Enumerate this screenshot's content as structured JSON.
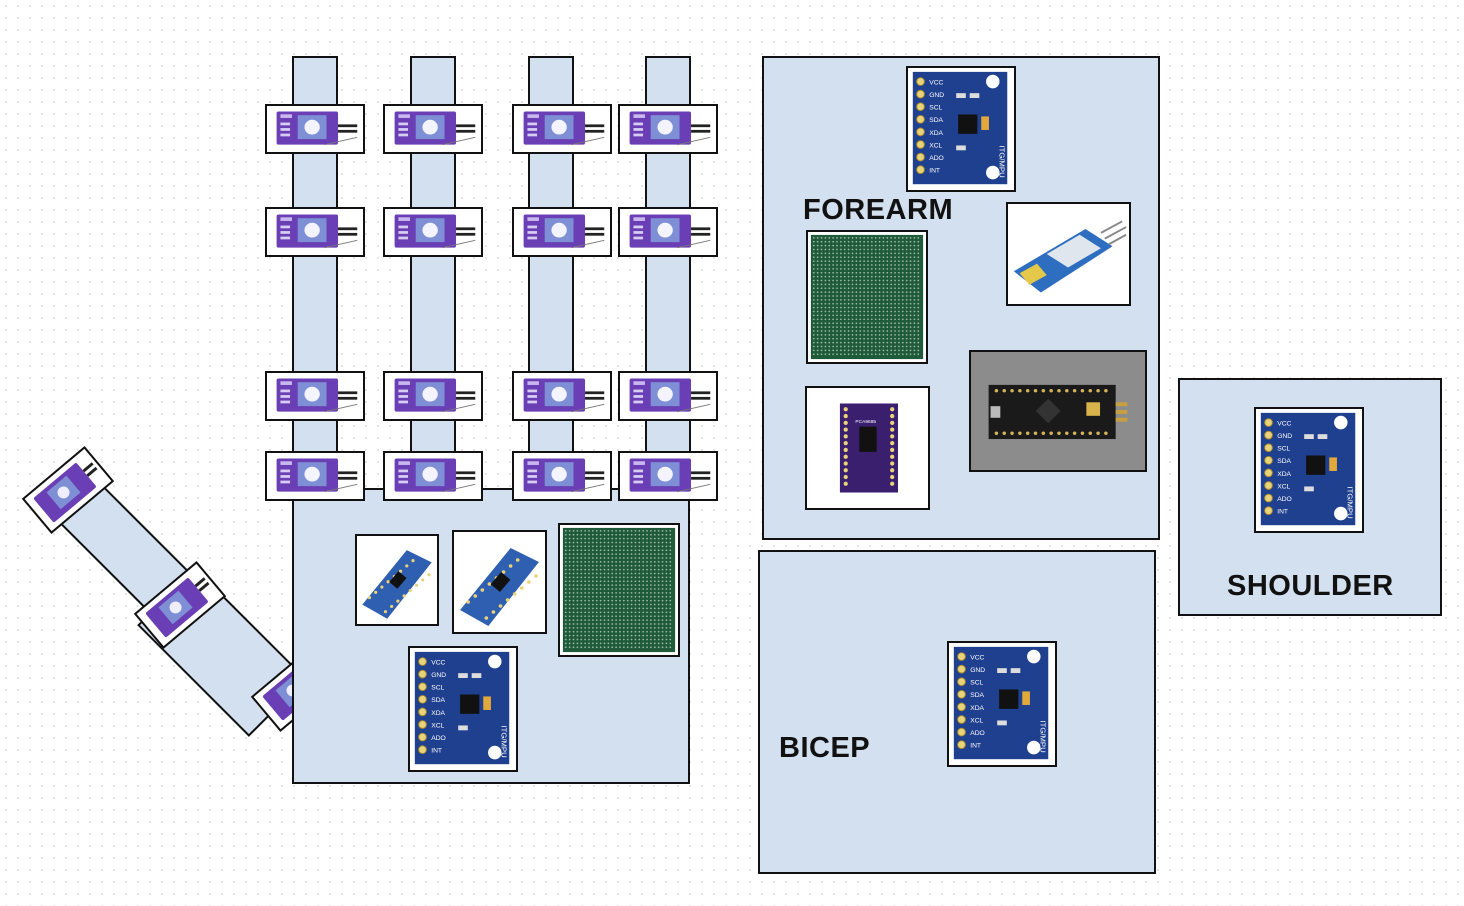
{
  "labels": {
    "forearm": "FOREARM",
    "bicep": "BICEP",
    "shoulder": "SHOULDER"
  },
  "components": {
    "finger_sensor": {
      "icon": "rotary-potentiometer-board-icon",
      "color": "#6a3fb5"
    },
    "imu": {
      "icon": "mpu-imu-board-icon",
      "color": "#1f3f8f",
      "pins": [
        "VCC",
        "GND",
        "SCL",
        "SDA",
        "XDA",
        "XCL",
        "ADO",
        "INT"
      ],
      "silk": "ITG/MPU"
    },
    "multiplexer": {
      "icon": "multiplexer-board-icon",
      "color": "#2f5fb0"
    },
    "perfboard": {
      "icon": "perfboard-icon",
      "color": "#1f5a3a"
    },
    "bluetooth": {
      "icon": "bluetooth-module-icon",
      "color": "#2d6ec0"
    },
    "pwm_driver": {
      "icon": "pwm-driver-board-icon",
      "color": "#3a1f6e",
      "silk": "PCA9685"
    },
    "microcontroller": {
      "icon": "microcontroller-board-icon",
      "color": "#1a1a1a"
    }
  },
  "colors": {
    "panel_fill": "#d3e0ef",
    "outline": "#111111"
  }
}
